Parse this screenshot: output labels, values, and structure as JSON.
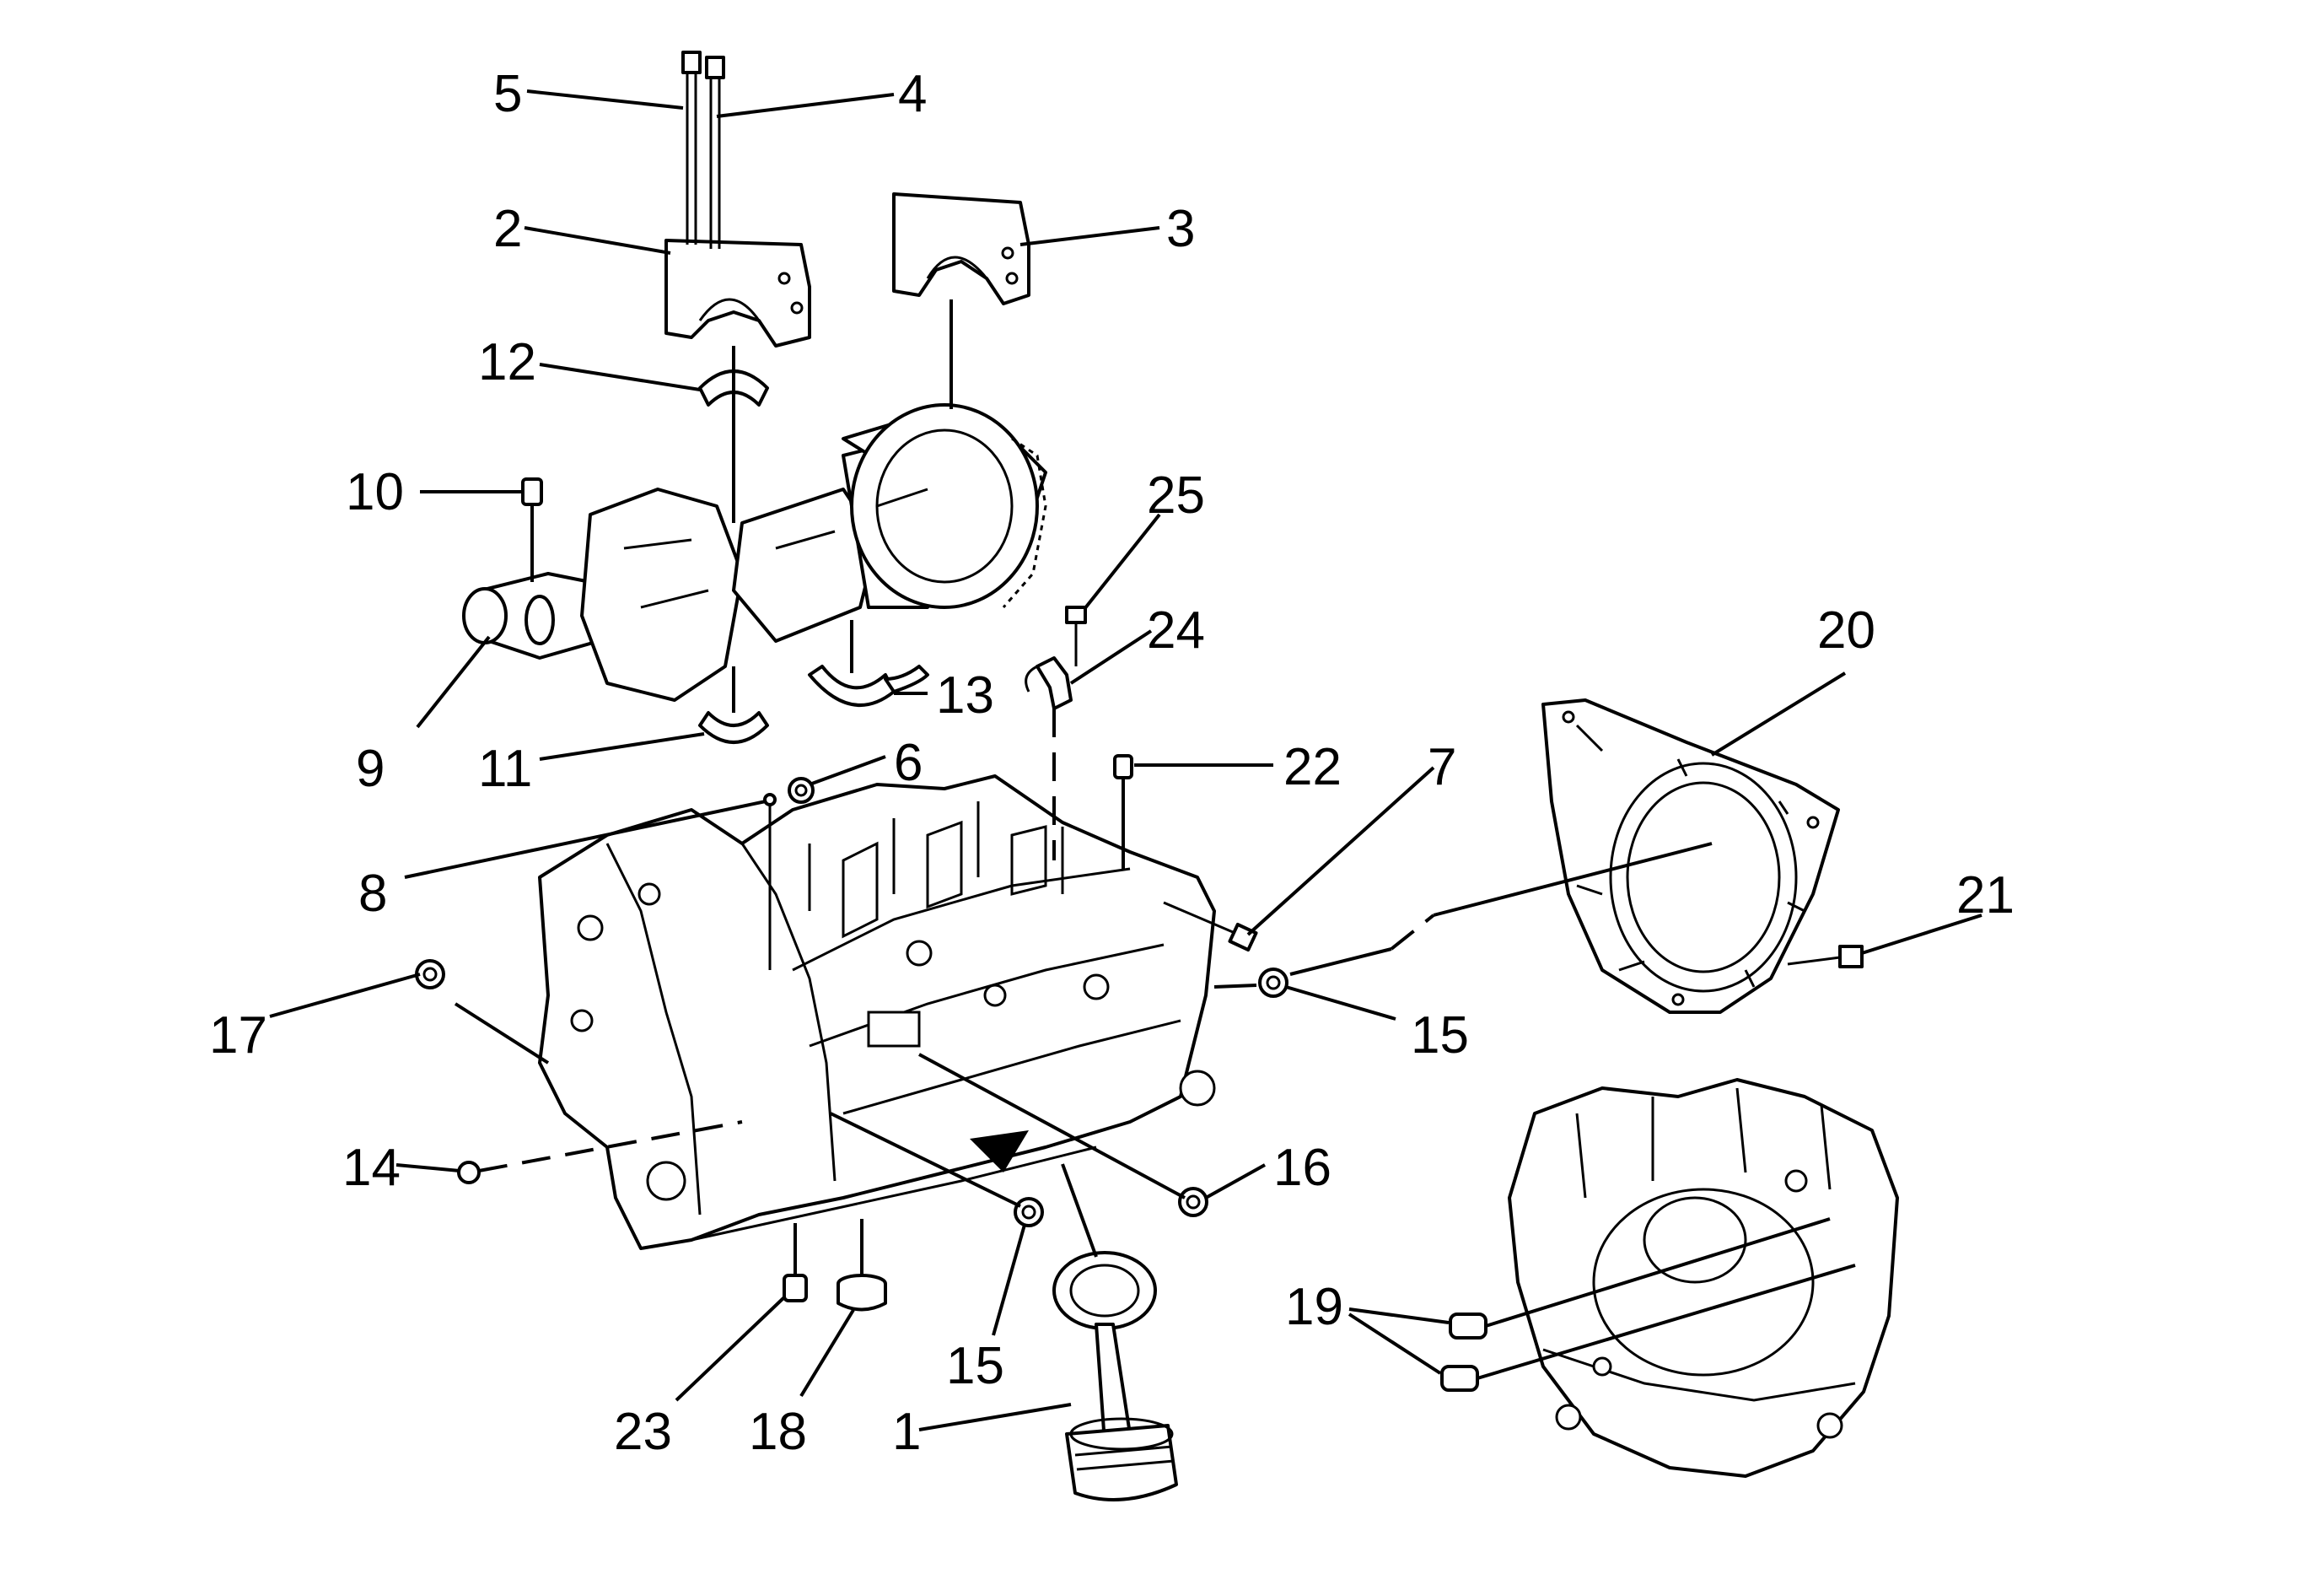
{
  "callouts": {
    "c1": "1",
    "c2": "2",
    "c3": "3",
    "c4": "4",
    "c5": "5",
    "c6": "6",
    "c7": "7",
    "c8": "8",
    "c9": "9",
    "c10": "10",
    "c11": "11",
    "c12": "12",
    "c13": "13",
    "c14": "14",
    "c15a": "15",
    "c15b": "15",
    "c16": "16",
    "c17": "17",
    "c18": "18",
    "c19": "19",
    "c20": "20",
    "c21": "21",
    "c22": "22",
    "c23": "23",
    "c24": "24",
    "c25": "25"
  },
  "parts": {
    "p1": "connecting-rod-and-piston",
    "p2": "main-bearing-cap-front",
    "p3": "main-bearing-cap-rear",
    "p4": "main-bearing-cap-bolt-inner",
    "p5": "main-bearing-cap-bolt-outer",
    "p9": "crankshaft",
    "p11": "lower-crankshaft-bearing",
    "p12": "upper-crankshaft-bearing",
    "p13": "thrust-bearing",
    "p19": "dowel-pins",
    "p20": "rear-main-seal-housing",
    "p24": "piston-oil-nozzle",
    "block": "engine-block"
  }
}
